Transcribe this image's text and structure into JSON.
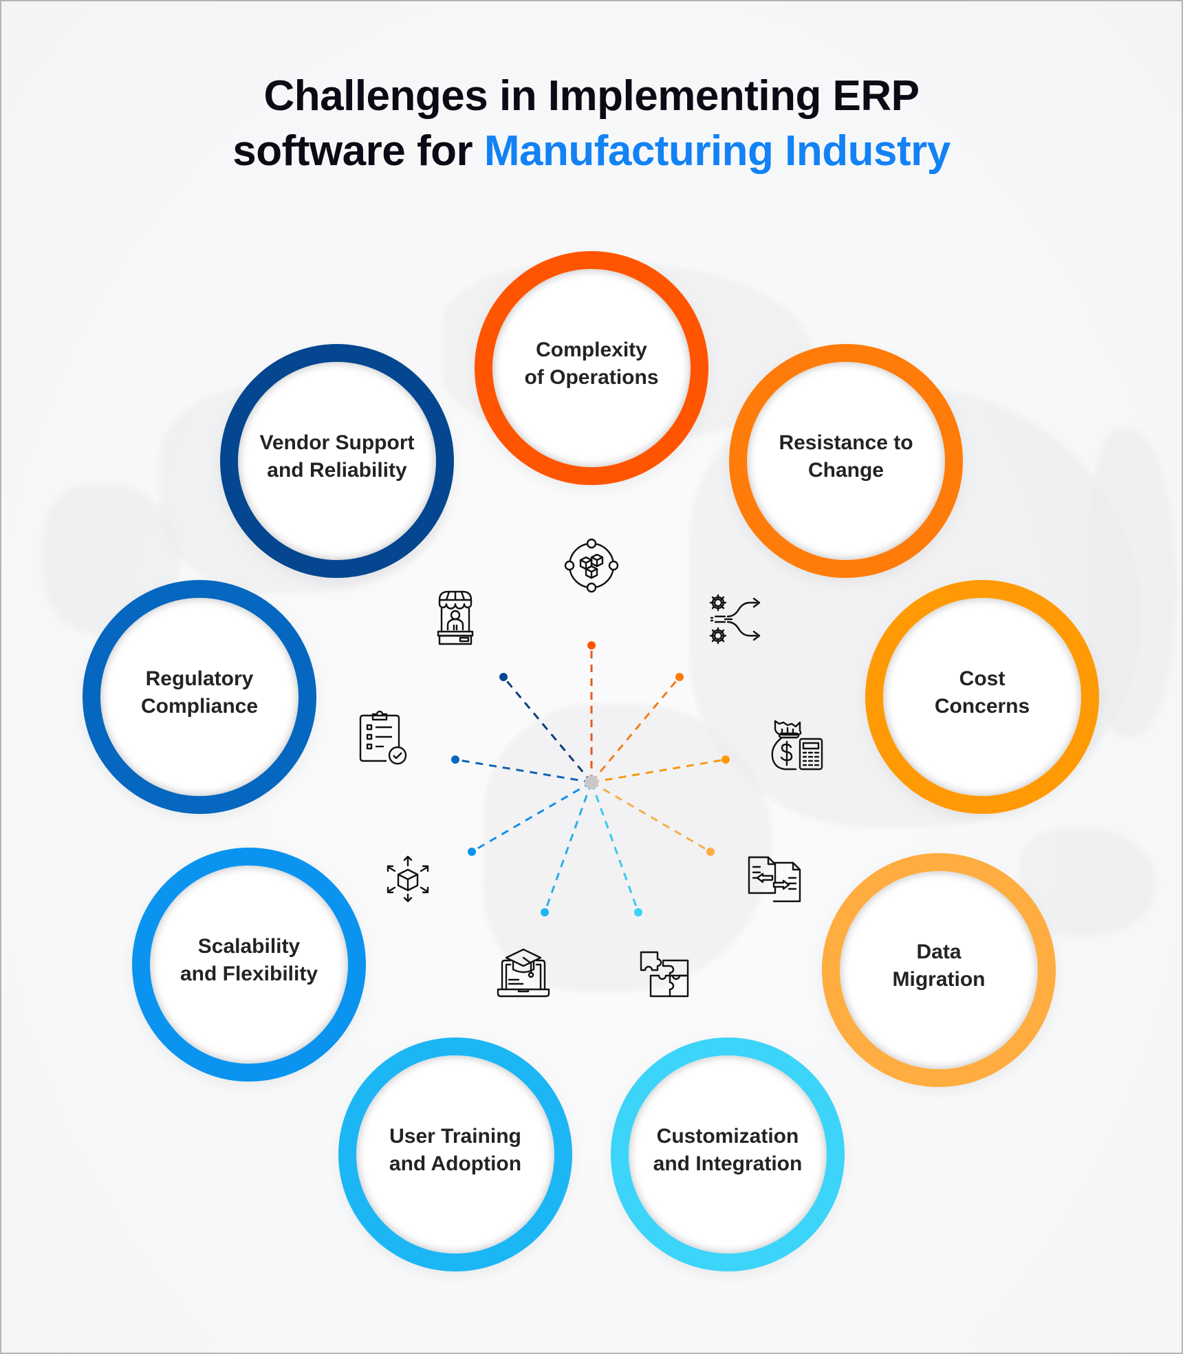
{
  "title": {
    "line1": "Challenges in Implementing ERP",
    "line2_prefix": "software for ",
    "line2_accent": "Manufacturing Industry",
    "accent_color": "#1282F5"
  },
  "hub": {
    "color": "#C8C8C8"
  },
  "challenges": [
    {
      "id": "complexity",
      "label": "Complexity\nof Operations",
      "color": "#FF5500",
      "icon": "orbit-cubes-icon"
    },
    {
      "id": "resistance",
      "label": "Resistance to\nChange",
      "color": "#FF7B0A",
      "icon": "gears-split-arrows-icon"
    },
    {
      "id": "cost",
      "label": "Cost\nConcerns",
      "color": "#FF9A05",
      "icon": "money-bag-calculator-icon"
    },
    {
      "id": "data-migration",
      "label": "Data\nMigration",
      "color": "#FFAD40",
      "icon": "document-transfer-icon"
    },
    {
      "id": "customization",
      "label": "Customization\nand Integration",
      "color": "#3CD4F8",
      "icon": "puzzle-icon"
    },
    {
      "id": "user-training",
      "label": "User Training\nand Adoption",
      "color": "#1DB6F5",
      "icon": "laptop-graduation-cap-icon"
    },
    {
      "id": "scalability",
      "label": "Scalability\nand Flexibility",
      "color": "#0A94F0",
      "icon": "cube-expand-arrows-icon"
    },
    {
      "id": "regulatory",
      "label": "Regulatory\nCompliance",
      "color": "#0567BF",
      "icon": "clipboard-check-icon"
    },
    {
      "id": "vendor",
      "label": "Vendor Support\nand Reliability",
      "color": "#04468F",
      "icon": "vendor-kiosk-icon"
    }
  ]
}
